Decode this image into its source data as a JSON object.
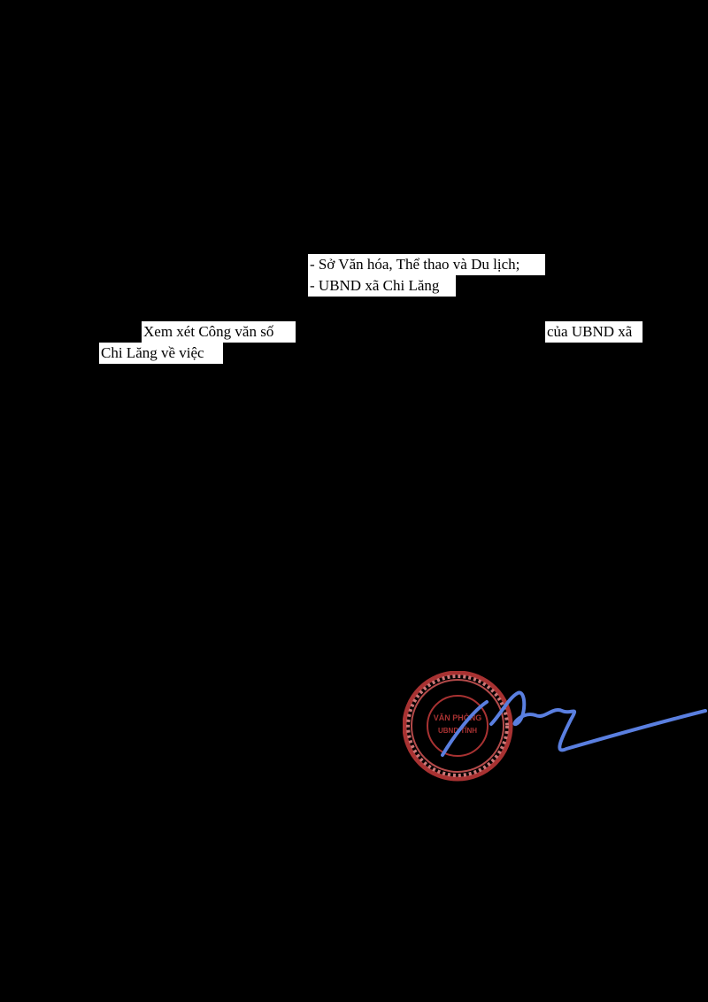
{
  "recipients": [
    "- Sở Văn hóa, Thể thao và Du lịch;",
    "- UBND xã Chi Lăng"
  ],
  "body": {
    "line1_start": "Xem xét Công văn số",
    "line1_end": "của UBND xã",
    "line2_start": "Chi Lăng về việc"
  },
  "stamp": {
    "text_top": "VĂN PHÒNG",
    "text_bottom": "UBND TỈNH",
    "color": "#a83232"
  },
  "signature": {
    "color": "#5a7fe0"
  }
}
